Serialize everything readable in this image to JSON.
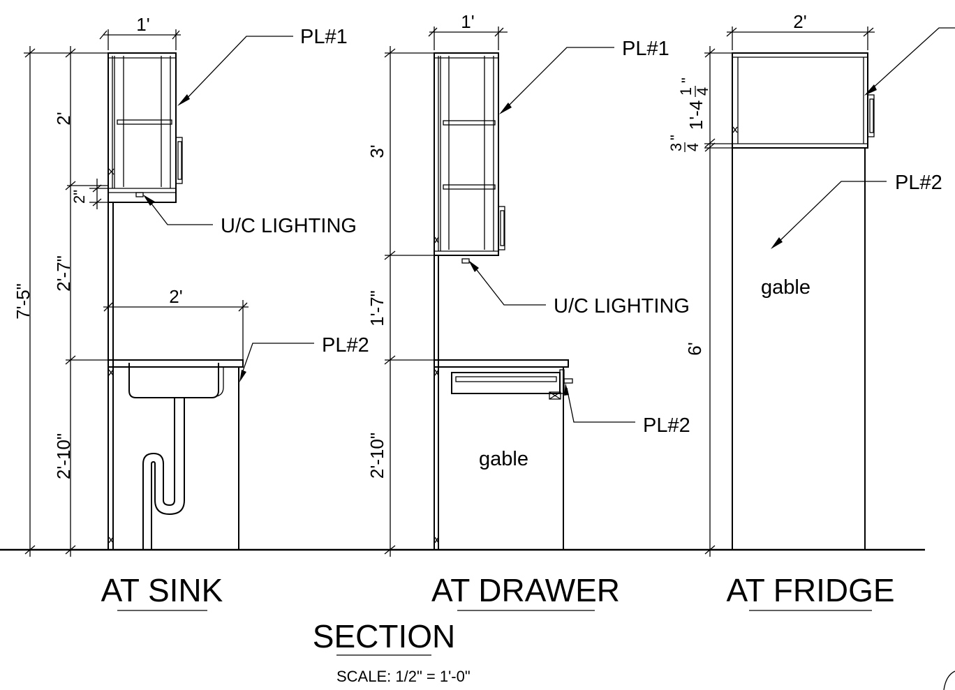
{
  "sections": {
    "sink": {
      "title": "AT SINK",
      "dims": {
        "top_width": "1'",
        "overall_height": "7'-5\"",
        "upper_cab": "2'",
        "gap": "2\"",
        "backsplash": "2'-7\"",
        "counter_width": "2'",
        "base_cab": "2'-10\""
      },
      "labels": {
        "pl1": "PL#1",
        "lighting": "U/C LIGHTING",
        "pl2": "PL#2"
      }
    },
    "drawer": {
      "title": "AT DRAWER",
      "dims": {
        "top_width": "1'",
        "upper_cab": "3'",
        "backsplash": "1'-7\"",
        "base_cab": "2'-10\""
      },
      "labels": {
        "pl1": "PL#1",
        "lighting": "U/C LIGHTING",
        "pl2": "PL#2",
        "gable": "gable"
      }
    },
    "fridge": {
      "title": "AT FRIDGE",
      "dims": {
        "top_width": "2'",
        "upper_cab_whole": "1'-4",
        "upper_cab_num": "1",
        "upper_cab_den": "4",
        "upper_cab_inch": "\"",
        "gap_num": "3",
        "gap_den": "4",
        "gap_inch": "\"",
        "gable_height": "6'"
      },
      "labels": {
        "pl2": "PL#2",
        "gable": "gable"
      }
    }
  },
  "footer": {
    "section_title": "SECTION",
    "scale": "SCALE:  1/2\" = 1'-0\""
  }
}
